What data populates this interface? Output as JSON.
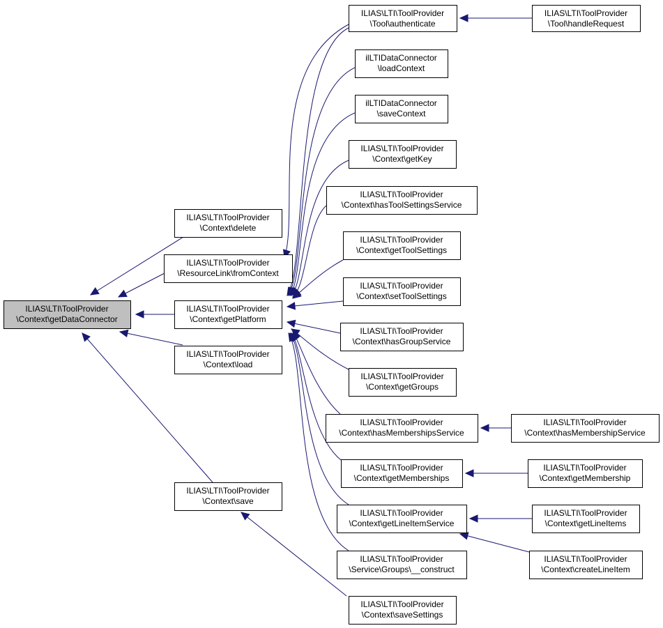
{
  "colors": {
    "edge": "#191970",
    "root_fill": "#bfbfbf",
    "node_fill": "#ffffff",
    "node_border": "#000000"
  },
  "nodes": [
    {
      "id": "getDataConnector",
      "lines": [
        "ILIAS\\LTI\\ToolProvider",
        "\\Context\\getDataConnector"
      ],
      "root": true
    },
    {
      "id": "delete",
      "lines": [
        "ILIAS\\LTI\\ToolProvider",
        "\\Context\\delete"
      ]
    },
    {
      "id": "fromContext",
      "lines": [
        "ILIAS\\LTI\\ToolProvider",
        "\\ResourceLink\\fromContext"
      ]
    },
    {
      "id": "getPlatform",
      "lines": [
        "ILIAS\\LTI\\ToolProvider",
        "\\Context\\getPlatform"
      ]
    },
    {
      "id": "load",
      "lines": [
        "ILIAS\\LTI\\ToolProvider",
        "\\Context\\load"
      ]
    },
    {
      "id": "save",
      "lines": [
        "ILIAS\\LTI\\ToolProvider",
        "\\Context\\save"
      ]
    },
    {
      "id": "authenticate",
      "lines": [
        "ILIAS\\LTI\\ToolProvider",
        "\\Tool\\authenticate"
      ]
    },
    {
      "id": "handleRequest",
      "lines": [
        "ILIAS\\LTI\\ToolProvider",
        "\\Tool\\handleRequest"
      ]
    },
    {
      "id": "loadContext",
      "lines": [
        "ilLTIDataConnector",
        "\\loadContext"
      ]
    },
    {
      "id": "saveContext",
      "lines": [
        "ilLTIDataConnector",
        "\\saveContext"
      ]
    },
    {
      "id": "getKey",
      "lines": [
        "ILIAS\\LTI\\ToolProvider",
        "\\Context\\getKey"
      ]
    },
    {
      "id": "hasToolSettingsService",
      "lines": [
        "ILIAS\\LTI\\ToolProvider",
        "\\Context\\hasToolSettingsService"
      ]
    },
    {
      "id": "getToolSettings",
      "lines": [
        "ILIAS\\LTI\\ToolProvider",
        "\\Context\\getToolSettings"
      ]
    },
    {
      "id": "setToolSettings",
      "lines": [
        "ILIAS\\LTI\\ToolProvider",
        "\\Context\\setToolSettings"
      ]
    },
    {
      "id": "hasGroupService",
      "lines": [
        "ILIAS\\LTI\\ToolProvider",
        "\\Context\\hasGroupService"
      ]
    },
    {
      "id": "getGroups",
      "lines": [
        "ILIAS\\LTI\\ToolProvider",
        "\\Context\\getGroups"
      ]
    },
    {
      "id": "hasMembershipsService",
      "lines": [
        "ILIAS\\LTI\\ToolProvider",
        "\\Context\\hasMembershipsService"
      ]
    },
    {
      "id": "hasMembershipService",
      "lines": [
        "ILIAS\\LTI\\ToolProvider",
        "\\Context\\hasMembershipService"
      ]
    },
    {
      "id": "getMemberships",
      "lines": [
        "ILIAS\\LTI\\ToolProvider",
        "\\Context\\getMemberships"
      ]
    },
    {
      "id": "getMembership",
      "lines": [
        "ILIAS\\LTI\\ToolProvider",
        "\\Context\\getMembership"
      ]
    },
    {
      "id": "getLineItemService",
      "lines": [
        "ILIAS\\LTI\\ToolProvider",
        "\\Context\\getLineItemService"
      ]
    },
    {
      "id": "getLineItems",
      "lines": [
        "ILIAS\\LTI\\ToolProvider",
        "\\Context\\getLineItems"
      ]
    },
    {
      "id": "createLineItem",
      "lines": [
        "ILIAS\\LTI\\ToolProvider",
        "\\Context\\createLineItem"
      ]
    },
    {
      "id": "groupsConstruct",
      "lines": [
        "ILIAS\\LTI\\ToolProvider",
        "\\Service\\Groups\\__construct"
      ]
    },
    {
      "id": "saveSettings",
      "lines": [
        "ILIAS\\LTI\\ToolProvider",
        "\\Context\\saveSettings"
      ]
    }
  ],
  "edges": [
    {
      "from": "delete",
      "to": "getDataConnector"
    },
    {
      "from": "fromContext",
      "to": "getDataConnector"
    },
    {
      "from": "getPlatform",
      "to": "getDataConnector"
    },
    {
      "from": "load",
      "to": "getDataConnector"
    },
    {
      "from": "save",
      "to": "getDataConnector"
    },
    {
      "from": "authenticate",
      "to": "fromContext"
    },
    {
      "from": "handleRequest",
      "to": "authenticate"
    },
    {
      "from": "authenticate",
      "to": "getPlatform"
    },
    {
      "from": "loadContext",
      "to": "getPlatform"
    },
    {
      "from": "saveContext",
      "to": "getPlatform"
    },
    {
      "from": "getKey",
      "to": "getPlatform"
    },
    {
      "from": "hasToolSettingsService",
      "to": "getPlatform"
    },
    {
      "from": "getToolSettings",
      "to": "getPlatform"
    },
    {
      "from": "setToolSettings",
      "to": "getPlatform"
    },
    {
      "from": "hasGroupService",
      "to": "getPlatform"
    },
    {
      "from": "getGroups",
      "to": "getPlatform"
    },
    {
      "from": "hasMembershipsService",
      "to": "getPlatform"
    },
    {
      "from": "getMemberships",
      "to": "getPlatform"
    },
    {
      "from": "getLineItemService",
      "to": "getPlatform"
    },
    {
      "from": "groupsConstruct",
      "to": "getPlatform"
    },
    {
      "from": "hasMembershipService",
      "to": "hasMembershipsService"
    },
    {
      "from": "getMembership",
      "to": "getMemberships"
    },
    {
      "from": "getLineItems",
      "to": "getLineItemService"
    },
    {
      "from": "createLineItem",
      "to": "getLineItemService"
    },
    {
      "from": "saveSettings",
      "to": "save"
    }
  ]
}
